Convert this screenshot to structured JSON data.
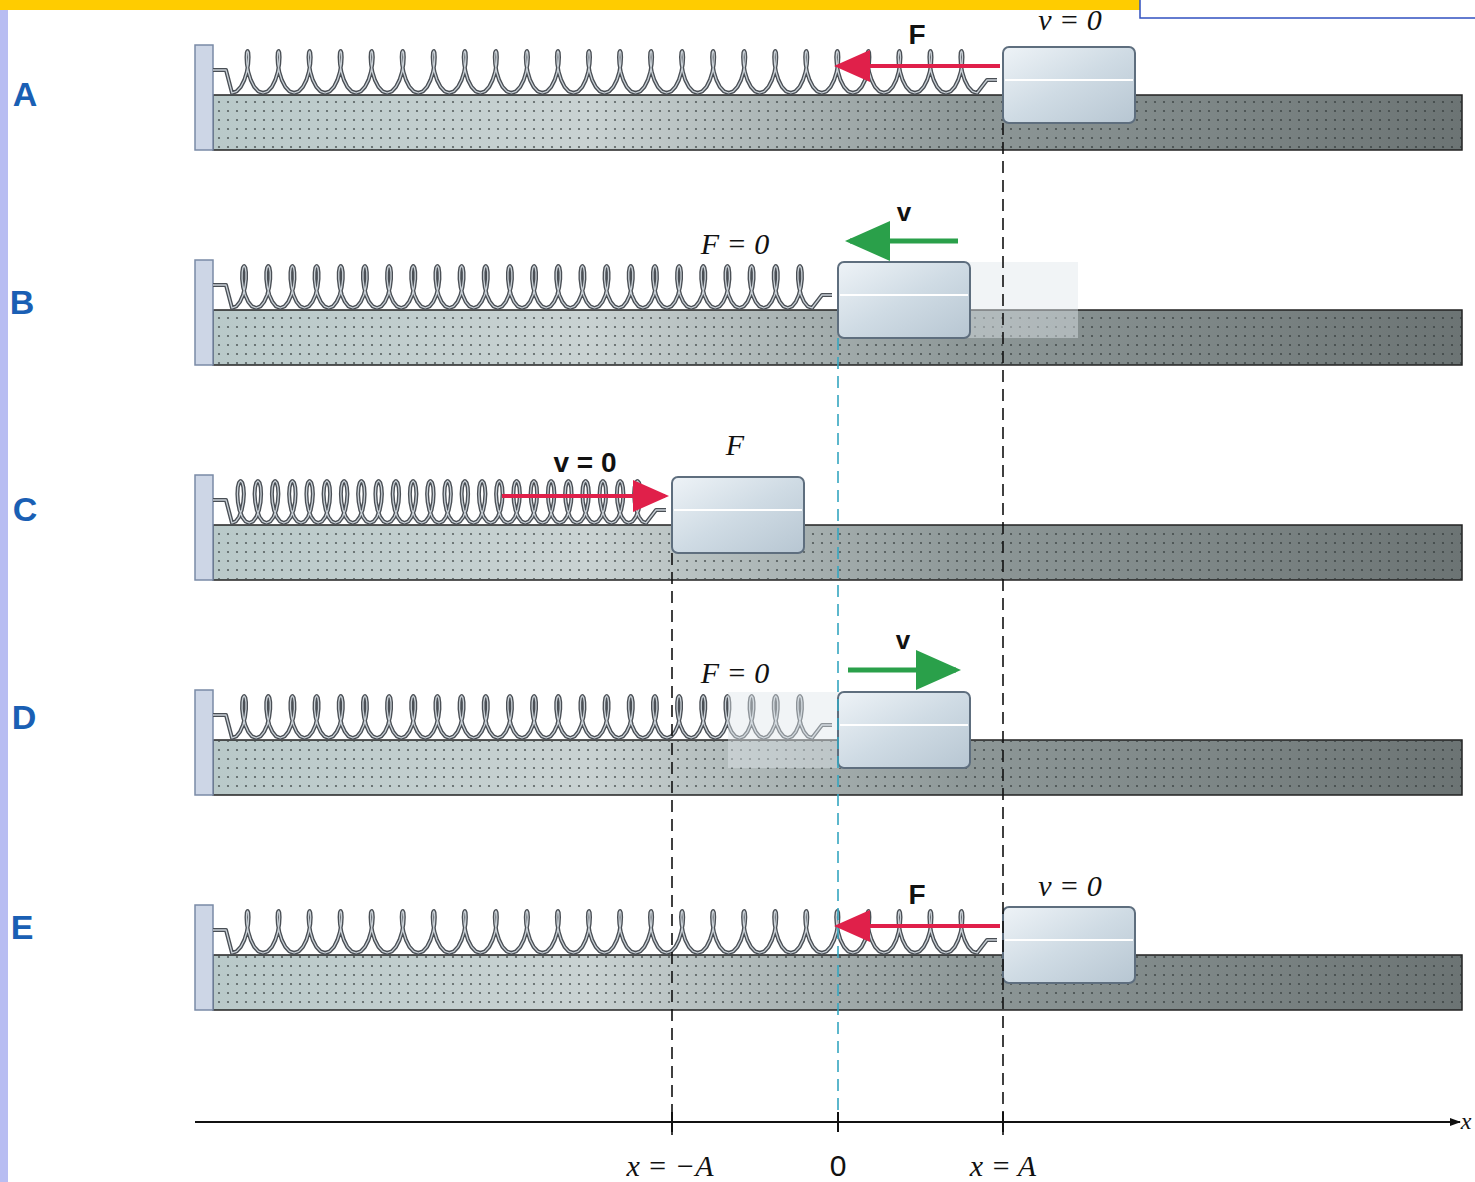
{
  "diagram": {
    "labels": [
      "A",
      "F",
      "v = 0",
      "B",
      "v",
      "F = 0",
      "C",
      "v = 0",
      "F",
      "D",
      "v",
      "F = 0",
      "E",
      "F",
      "v = 0",
      "x = −A",
      "0",
      "x = A",
      "x"
    ]
  }
}
